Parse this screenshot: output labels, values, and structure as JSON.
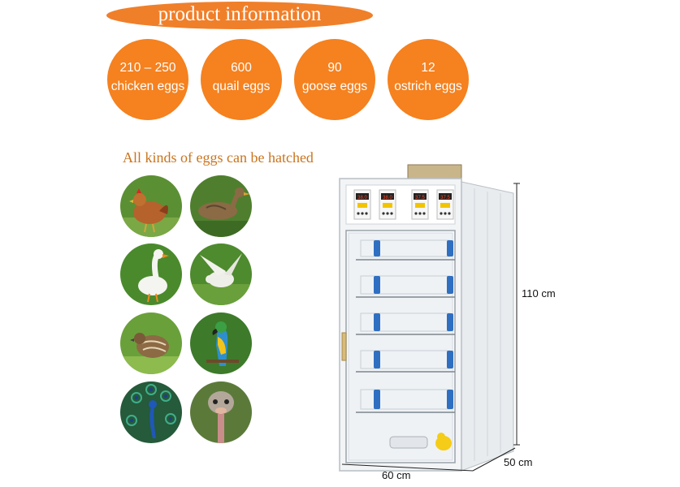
{
  "banner": {
    "title": "product information"
  },
  "capacities": [
    {
      "number": "210 – 250",
      "label": "chicken eggs"
    },
    {
      "number": "600",
      "label": "quail eggs"
    },
    {
      "number": "90",
      "label": "goose eggs"
    },
    {
      "number": "12",
      "label": "ostrich eggs"
    }
  ],
  "hatch": {
    "text": "All kinds of eggs can be hatched"
  },
  "birds": [
    {
      "name": "chicken"
    },
    {
      "name": "duck"
    },
    {
      "name": "goose"
    },
    {
      "name": "pigeon"
    },
    {
      "name": "quail"
    },
    {
      "name": "parrot"
    },
    {
      "name": "peacock"
    },
    {
      "name": "ostrich"
    }
  ],
  "incubator": {
    "displays": [
      "38.0",
      "38.0",
      "37.5",
      "37.5"
    ]
  },
  "dimensions": {
    "height": "110 cm",
    "width": "60 cm",
    "depth": "50 cm"
  }
}
